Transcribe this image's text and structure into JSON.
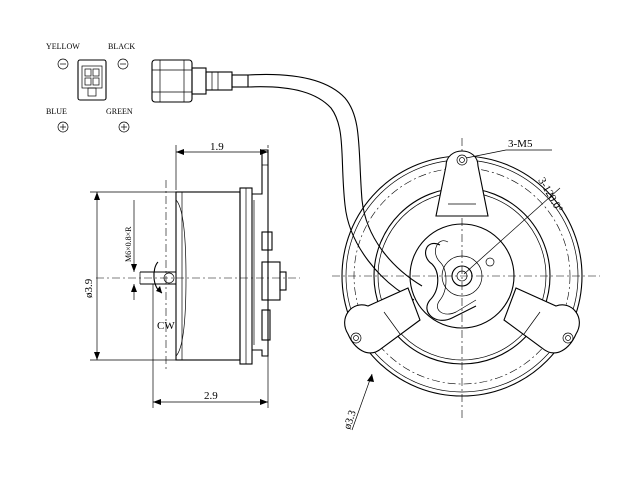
{
  "wires": {
    "yellow": "YELLOW",
    "black": "BLACK",
    "blue": "BLUE",
    "green": "GREEN",
    "minus_symbol": "⊖",
    "plus_symbol": "⊕"
  },
  "dimensions": {
    "depth_top": "1.9",
    "depth_bottom": "2.9",
    "diameter_side": "ø3.9",
    "shaft_thread": "M6×0.8×R",
    "rotation": "CW",
    "mount_holes": "3-M5",
    "hole_angle": "3-120.0°",
    "diameter_front": "ø3.3"
  }
}
